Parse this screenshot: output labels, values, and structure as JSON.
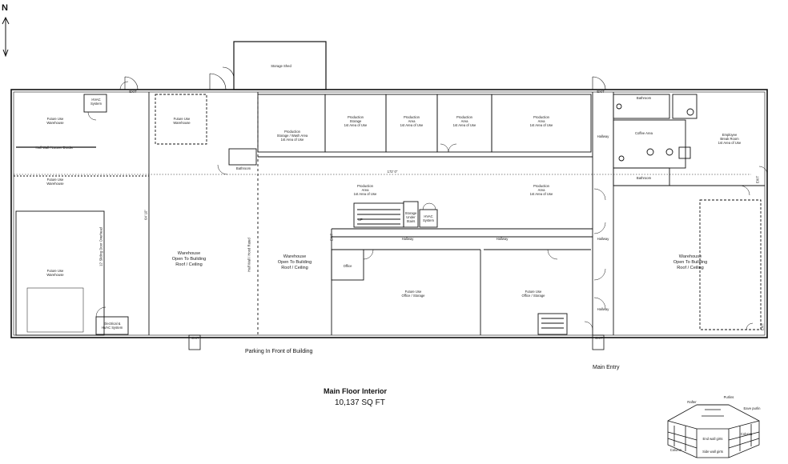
{
  "north_label": "N",
  "rooms": {
    "future_use_warehouse_nw": "Future Use\nWarehouse",
    "hvac_system_nw": "HVAC\nSystem",
    "future_use_warehouse_n2": "Future Use\nWarehouse",
    "half_wall_louver": "Half Wall / Louver Divider",
    "future_use_warehouse_w": "Future Use\nWarehouse",
    "future_use_warehouse_sw": "Future Use\nWarehouse",
    "electrical_hvac": "Electrical &\nHVAC System",
    "dim_12_sliding_door": "12' Sliding Door Overhead",
    "dim_64": "64' 10\"",
    "warehouse_center_w": "Warehouse\nOpen To Building\nRoof / Ceiling",
    "half_wall_hood_rated": "Half Wall / Hood Rated",
    "warehouse_center": "Warehouse\nOpen To Building\nRoof / Ceiling",
    "storage_shed": "Storage Shed",
    "bathroom_mid": "Bathroom",
    "production_storage_wash": "Production\nStorage / Wash Area\n1st Area of Use",
    "production_storage": "Production\nStorage\n1st Area of Use",
    "production_area_1": "Production\nArea\n1st Area of Use",
    "production_area_2": "Production\nArea\n1st Area of Use",
    "production_area_3": "Production\nArea\n1st Area of Use",
    "production_area_4": "Production\nArea\n1st Area of Use",
    "production_area_5": "Production\nArea\n1st Area of Use",
    "storage_under_stairs": "Storage\nUnder\nStairs",
    "hvac_system_mid": "HVAC\nSystem",
    "hallway_mid_left": "Hallway",
    "hallway_mid_right": "Hallway",
    "office": "Office",
    "future_use_office_storage_1": "Future Use\nOffice / Storage",
    "future_use_office_storage_2": "Future Use\nOffice / Storage",
    "hallway_e1": "Hallway",
    "hallway_e2": "Hallway",
    "hallway_e3": "Hallway",
    "bathroom_e1": "Bathroom",
    "coffee_area": "Coffee Area",
    "bathroom_e2": "Bathroom",
    "employee_break_room": "Employee\nBreak Room\n1st Area of Use",
    "warehouse_east": "Warehouse\nOpen To Building\nRoof / Ceiling",
    "dim_172": "172' 0\"",
    "exit_1": "EXIT",
    "exit_2": "EXIT",
    "exit_3": "EXIT",
    "exit_4": "EXIT",
    "exit_5": "EXIT",
    "exit_6": "EXIT",
    "exit_7": "EXIT",
    "up": "UP"
  },
  "captions": {
    "parking": "Parking In Front of Building",
    "main_entry": "Main Entry",
    "title": "Main Floor Interior",
    "area": "10,137 SQ FT"
  },
  "legend": {
    "purlins": "Purlins",
    "rafter": "Rafter",
    "eave_purlin": "Eave purlin",
    "column": "Column",
    "end_wall_girts": "End wall girts",
    "side_wall_girts": "Side wall girts",
    "column_2": "Column"
  }
}
